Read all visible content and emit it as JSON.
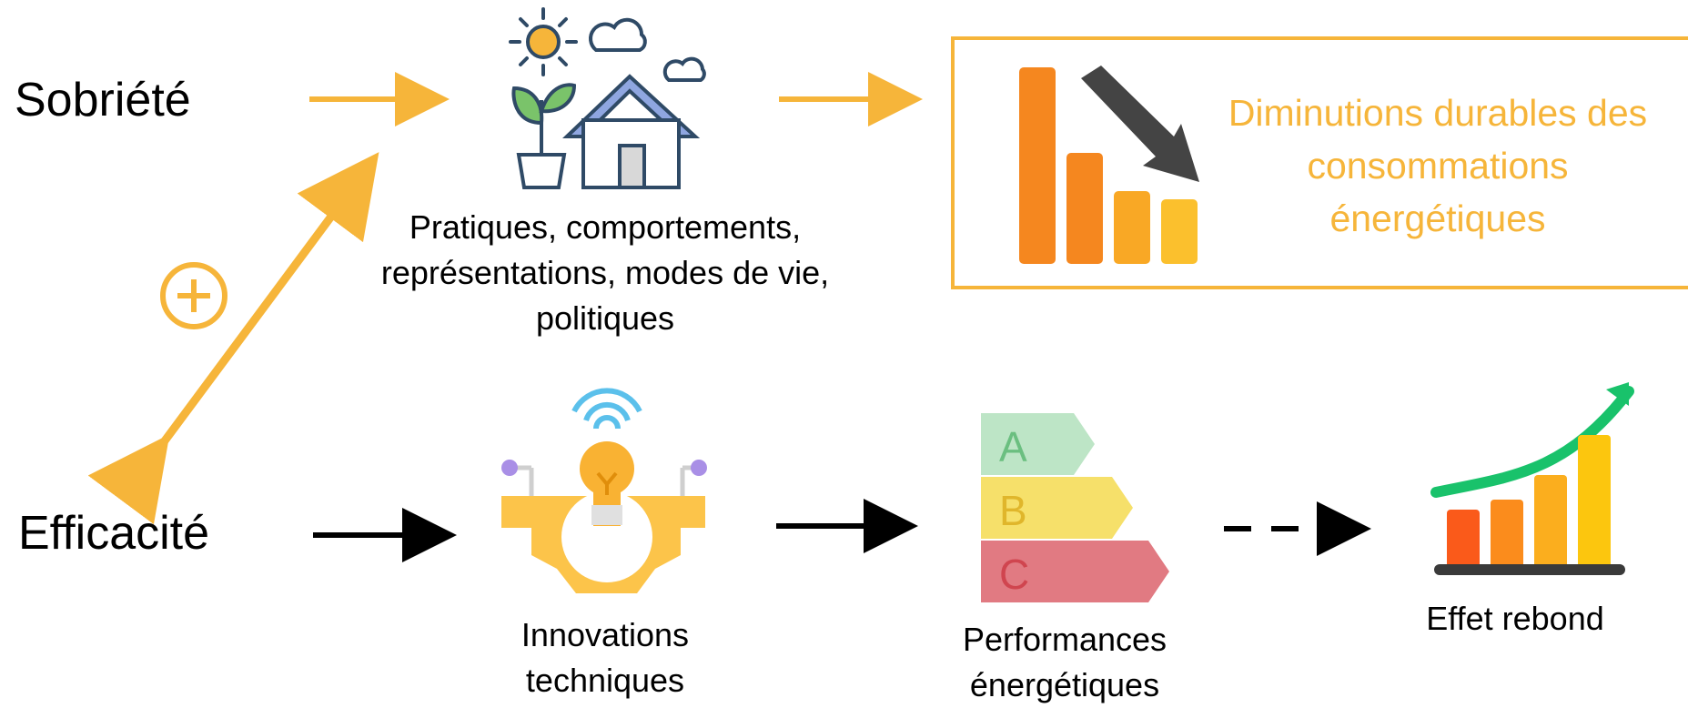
{
  "colors": {
    "orange": "#f6b53a",
    "black": "#000000",
    "dark_slate": "#2f4a66",
    "green": "#2ecc71"
  },
  "labels": {
    "sobriete": "Sobriété",
    "efficacite": "Efficacité",
    "pratiques": "Pratiques, comportements,\nreprésentations, modes de vie,\npolitiques",
    "innovations": "Innovations\ntechniques",
    "performances": "Performances\nénergétiques",
    "effet_rebond": "Effet rebond",
    "resultat": "Diminutions durables des\nconsommations\nénergétiques"
  },
  "icons": {
    "house": "house-eco-icon",
    "plus": "plus-circle-icon",
    "bulb": "lightbulb-gear-icon",
    "energy_label": "energy-rating-icon",
    "bars_down": "bars-decrease-icon",
    "bars_up": "bars-increase-icon"
  },
  "energy_classes": [
    "A",
    "B",
    "C"
  ]
}
